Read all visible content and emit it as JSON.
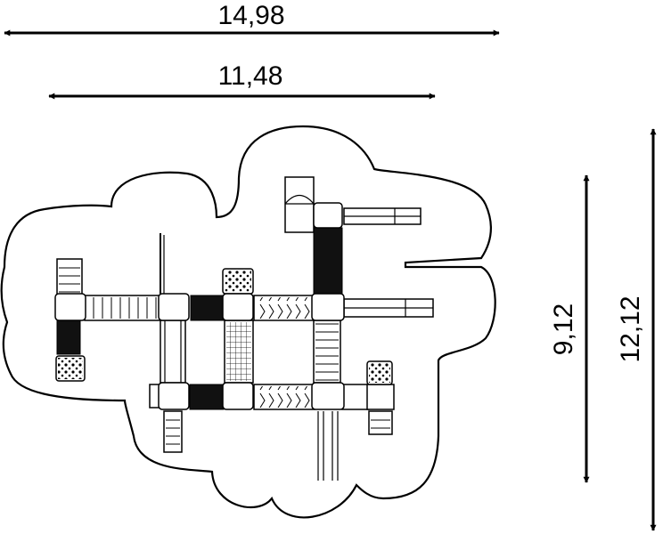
{
  "dimensions": {
    "overall_width": "14,98",
    "equipment_width": "11,48",
    "equipment_depth": "9,12",
    "overall_depth": "12,12"
  },
  "colors": {
    "line": "#000000",
    "background": "#ffffff",
    "dark_fill": "#111111"
  }
}
